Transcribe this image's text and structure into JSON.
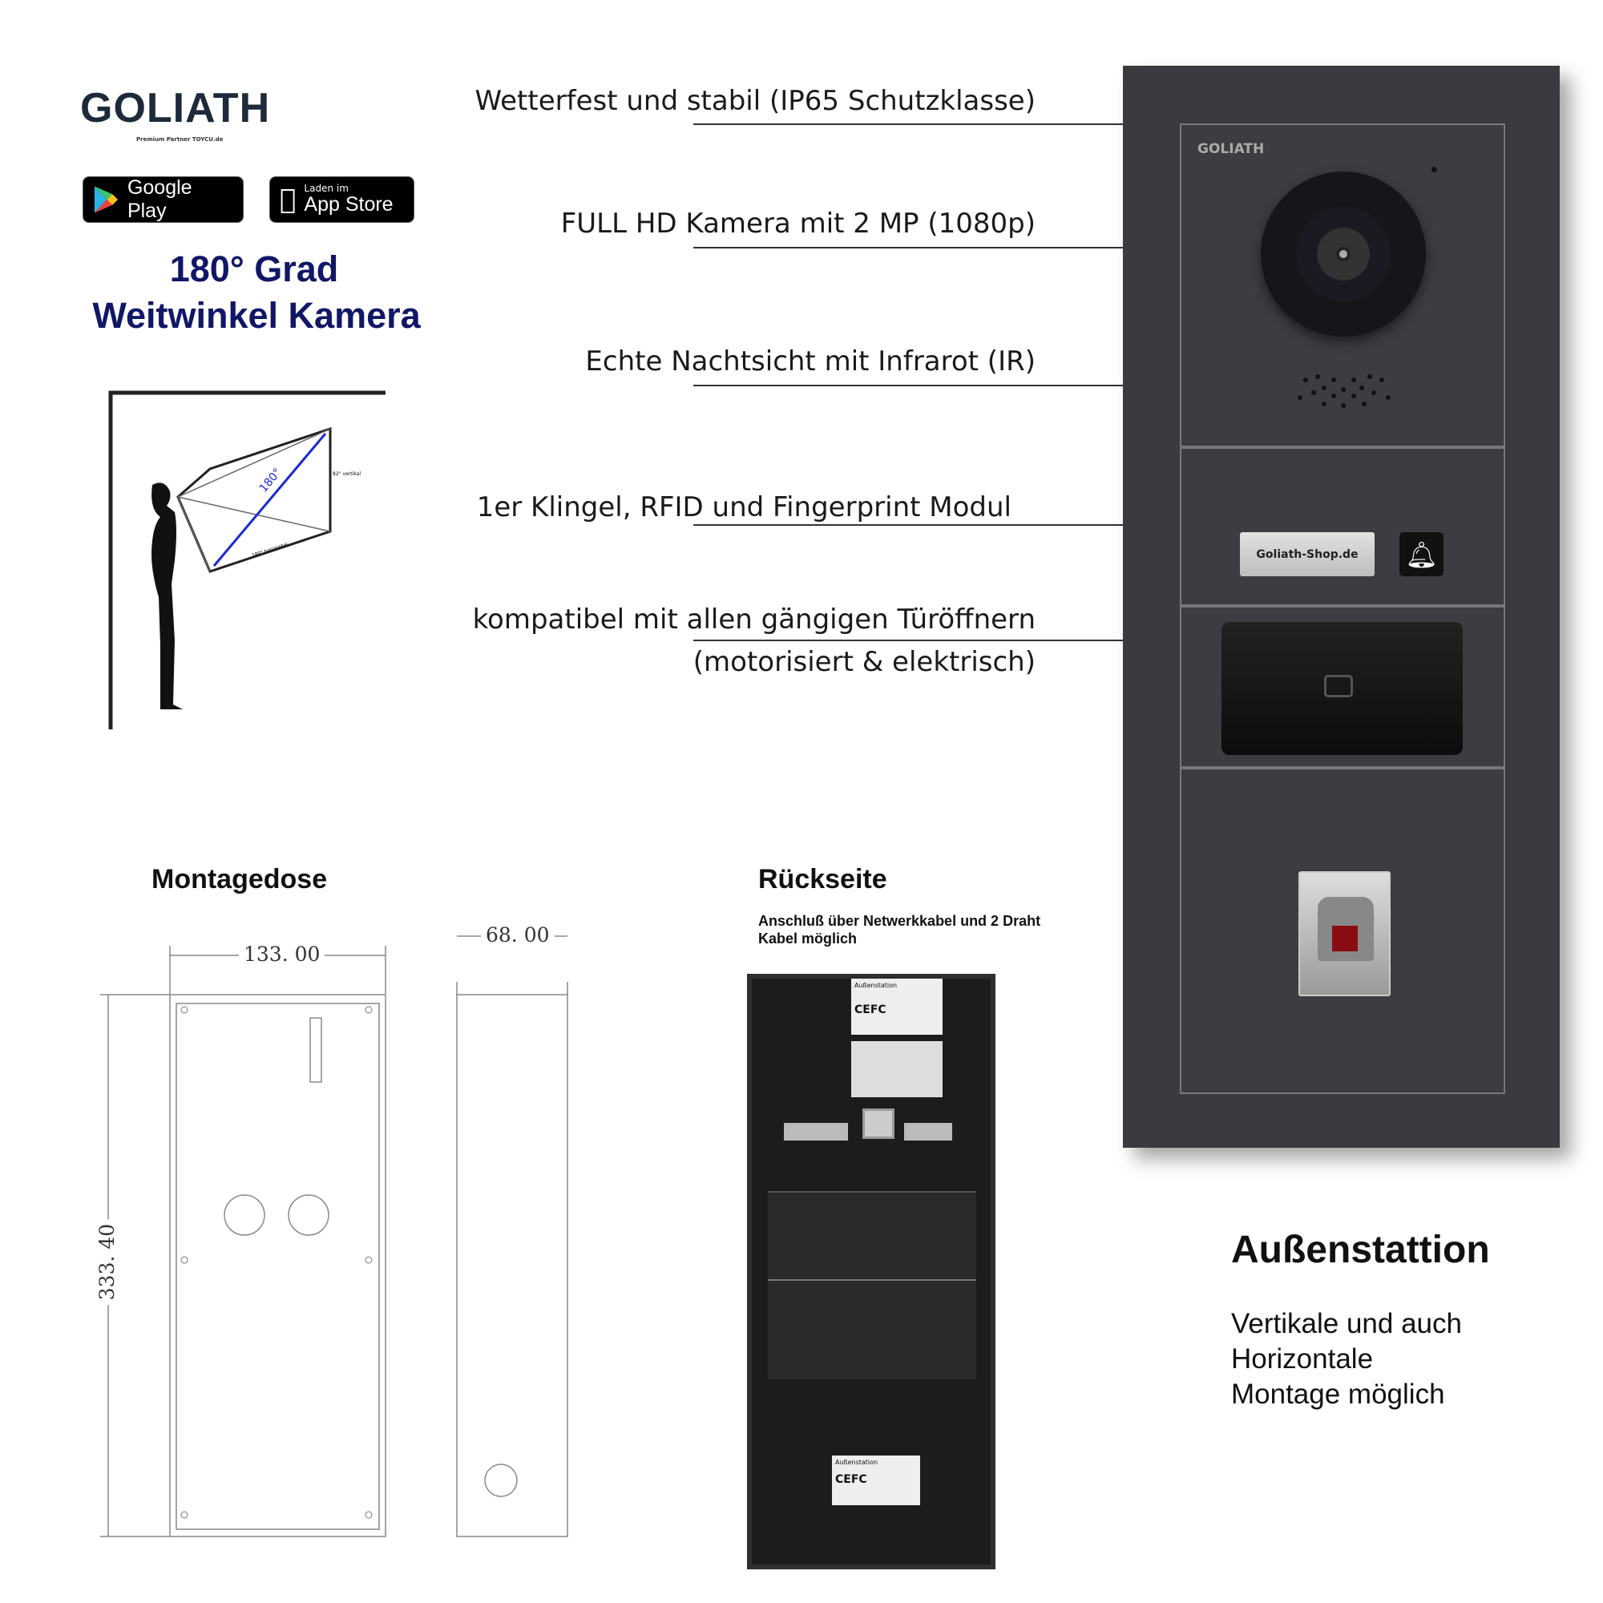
{
  "brand": {
    "logo": "GOLIATH",
    "logo_tagline": "Premium Partner TOYCU.de",
    "device_logo": "GOLIATH"
  },
  "stores": {
    "google_play": "Google Play",
    "app_store_small": "Laden im",
    "app_store": "App Store"
  },
  "headline": {
    "line1": "180° Grad",
    "line2": "Weitwinkel Kamera"
  },
  "diagram": {
    "angle_label": "180°",
    "vertical_label": "82° vertikal",
    "horizontal_label": "180° horizontal"
  },
  "features": [
    "Wetterfest und stabil (IP65 Schutzklasse)",
    "FULL HD Kamera mit 2 MP (1080p)",
    "Echte Nachtsicht mit Infrarot (IR)",
    "1er Klingel, RFID und Fingerprint Modul",
    "kompatibel mit allen gängigen Türöffnern",
    "(motorisiert & elektrisch)"
  ],
  "device": {
    "nameplate": "Goliath-Shop.de",
    "icons": [
      "camera-icon",
      "bell-icon",
      "rfid-icon",
      "fingerprint-icon"
    ]
  },
  "outdoor": {
    "title": "Außenstattion",
    "lines": [
      "Vertikale und auch",
      "Horizontale",
      "Montage möglich"
    ]
  },
  "mounting_box": {
    "title": "Montagedose",
    "width": "133. 00",
    "depth": "68. 00",
    "height": "333. 40"
  },
  "back": {
    "title": "Rückseite",
    "subtitle_line1": "Anschluß über Netwerkkabel und 2 Draht",
    "subtitle_line2": "Kabel möglich",
    "label_title": "Außenstation",
    "ce_mark": "CEFC"
  }
}
